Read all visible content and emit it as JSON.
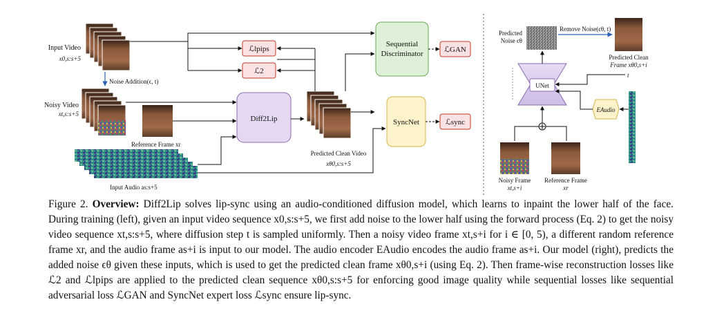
{
  "figure": {
    "left": {
      "input_video": "Input Video",
      "input_video_math": "x0,s:s+5",
      "noise_addition": "Noise Addition(ϵ, t)",
      "noisy_video": "Noisy Video",
      "noisy_video_math": "xt,s:s+5",
      "reference_frame": "Reference Frame xr",
      "input_audio": "Input Audio as:s+5",
      "loss_lpips": "ℒlpips",
      "loss_l2": "ℒ2",
      "diff2lip": "Diff2Lip",
      "predicted_clean_video": "Predicted Clean Video",
      "predicted_clean_video_math": "xθ0,s:s+5",
      "seq_disc_line1": "Sequential",
      "seq_disc_line2": "Discriminator",
      "loss_gan": "ℒGAN",
      "syncnet": "SyncNet",
      "loss_sync": "ℒsync"
    },
    "right": {
      "predicted_noise_line1": "Predicted",
      "predicted_noise_line2": "Noise ϵθ",
      "remove_noise": "Remove Noise(ϵθ, t)",
      "predicted_clean_frame_line1": "Predicted Clean",
      "predicted_clean_frame_line2": "Frame xθ0,s+i",
      "t_label": "t",
      "unet": "UNet",
      "e_audio": "EAudio",
      "noisy_frame_line1": "Noisy Frame",
      "noisy_frame_line2": "xt,s+i",
      "reference_frame_line1": "Reference Frame",
      "reference_frame_line2": "xr"
    }
  },
  "caption": {
    "fig_label": "Figure 2.",
    "title": "Overview:",
    "text": "Diff2Lip solves lip-sync using an audio-conditioned diffusion model, which learns to inpaint the lower half of the face. During training (left), given an input video sequence x0,s:s+5, we first add noise to the lower half using the forward process (Eq. 2) to get the noisy video sequence xt,s:s+5, where diffusion step t is sampled uniformly. Then a noisy video frame xt,s+i for i ∈ [0, 5), a different random reference frame xr, and the audio frame as+i is input to our model. The audio encoder EAudio encodes the audio frame as+i. Our model (right), predicts the added noise ϵθ given these inputs, which is used to get the predicted clean frame xθ0,s+i (using Eq. 2). Then frame-wise reconstruction losses like ℒ2 and ℒlpips are applied to the predicted clean sequence xθ0,s:s+5 for enforcing good image quality while sequential losses like sequential adversarial loss ℒGAN and SyncNet expert loss ℒsync ensure lip-sync."
  }
}
